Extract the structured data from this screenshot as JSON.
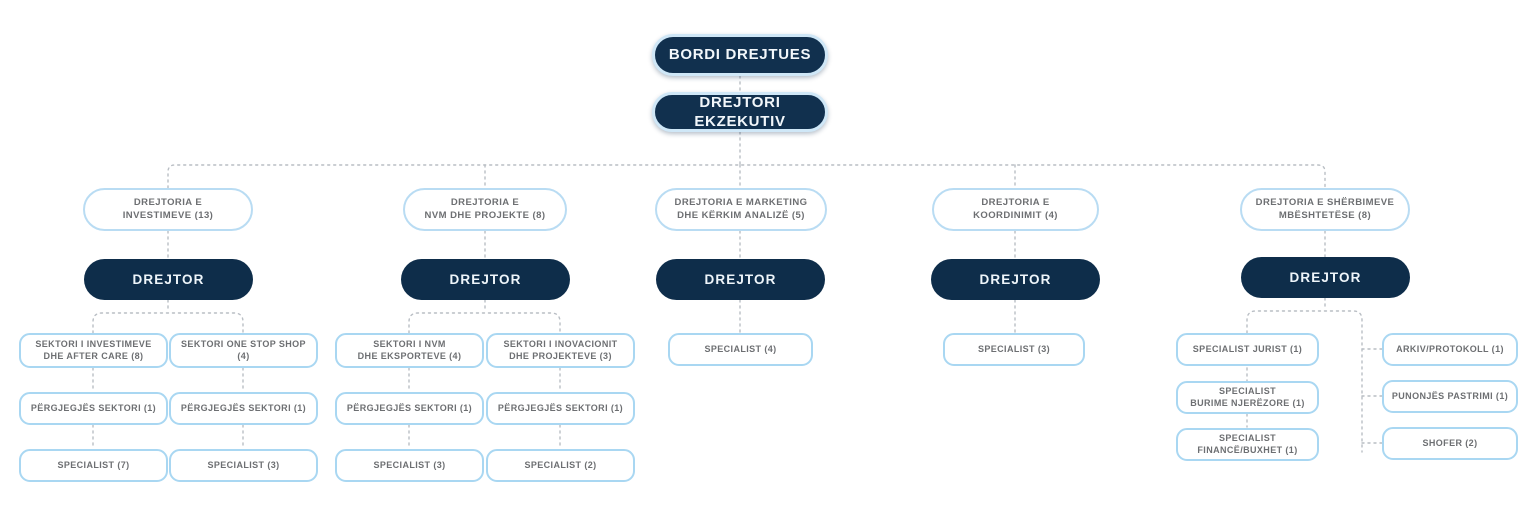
{
  "palette": {
    "navy": "#0e2d4a",
    "navy_exec": "#11304e",
    "halo": "#cfe7f7",
    "leaf_border": "#a9d7f2",
    "dept_border": "#b9dcf3",
    "text_grey": "#6d6f72",
    "text_light": "#eef5fa",
    "wire": "#b9bec4",
    "background": "#ffffff"
  },
  "executive": {
    "board": "BORDI DREJTUES",
    "ceo": "DREJTORI EKZEKUTIV"
  },
  "director_label": "DREJTOR",
  "columns": [
    {
      "id": "investimeve",
      "department": "DREJTORIA E\nINVESTIMEVE (13)",
      "director": "DREJTOR",
      "branches": [
        {
          "sector": "SEKTORI I INVESTIMEVE\nDHE AFTER CARE (8)",
          "chain": [
            "PËRGJEGJËS SEKTORI (1)",
            "SPECIALIST (7)"
          ]
        },
        {
          "sector": "SEKTORI ONE STOP SHOP\n(4)",
          "chain": [
            "PËRGJEGJËS SEKTORI (1)",
            "SPECIALIST (3)"
          ]
        }
      ]
    },
    {
      "id": "nvm",
      "department": "DREJTORIA E\nNVM DHE PROJEKTE (8)",
      "director": "DREJTOR",
      "branches": [
        {
          "sector": "SEKTORI I NVM\nDHE EKSPORTEVE (4)",
          "chain": [
            "PËRGJEGJËS SEKTORI (1)",
            "SPECIALIST (3)"
          ]
        },
        {
          "sector": "SEKTORI I INOVACIONIT\nDHE PROJEKTEVE (3)",
          "chain": [
            "PËRGJEGJËS SEKTORI (1)",
            "SPECIALIST (2)"
          ]
        }
      ]
    },
    {
      "id": "marketing",
      "department": "DREJTORIA E MARKETING\nDHE KËRKIM ANALIZË (5)",
      "director": "DREJTOR",
      "branches": [
        {
          "sector": "SPECIALIST (4)",
          "chain": []
        }
      ]
    },
    {
      "id": "koordinimit",
      "department": "DREJTORIA E\nKOORDINIMIT (4)",
      "director": "DREJTOR",
      "branches": [
        {
          "sector": "SPECIALIST (3)",
          "chain": []
        }
      ]
    },
    {
      "id": "sherbimeve",
      "department": "DREJTORIA E SHËRBIMEVE\nMBËSHTETËSE (8)",
      "director": "DREJTOR",
      "left_chain": [
        "SPECIALIST JURIST (1)",
        "SPECIALIST\nBURIME NJERËZORE (1)",
        "SPECIALIST\nFINANCË/BUXHET (1)"
      ],
      "right_chain": [
        "ARKIV/PROTOKOLL (1)",
        "PUNONJËS PASTRIMI (1)",
        "SHOFER (2)"
      ]
    }
  ]
}
